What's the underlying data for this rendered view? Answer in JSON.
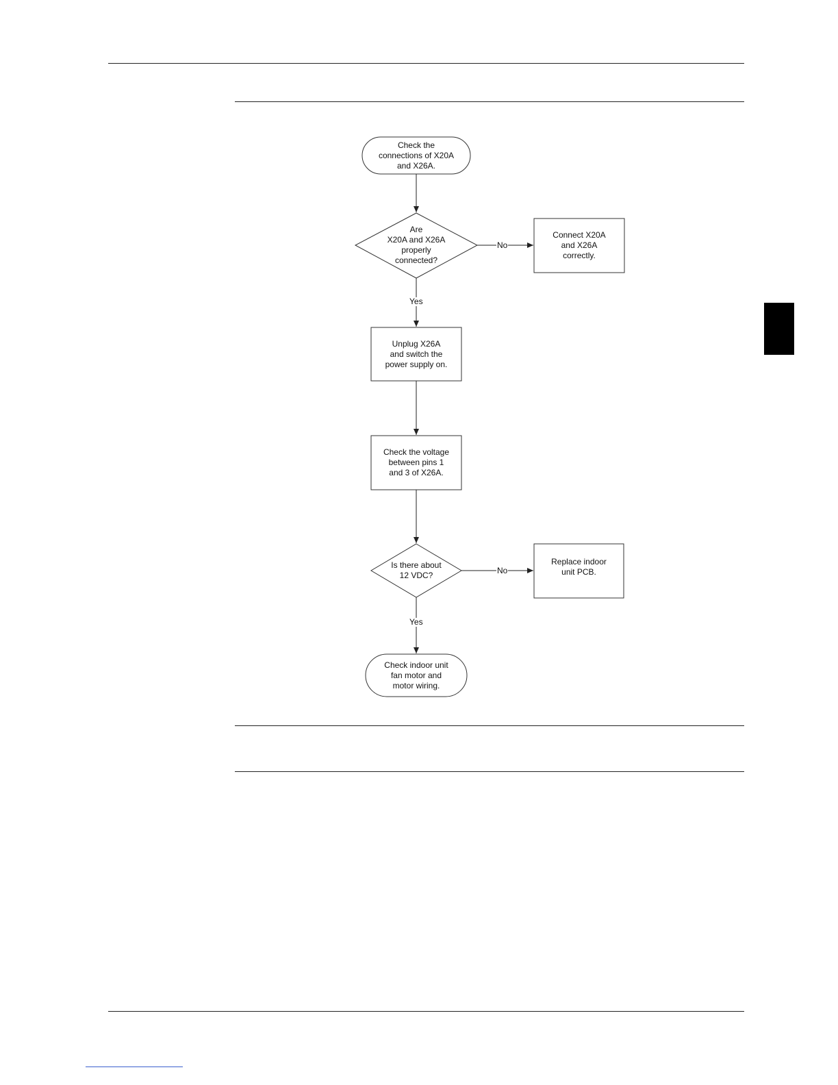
{
  "flowchart": {
    "nodes": {
      "start": "Check the\nconnections of X20A\nand X26A.",
      "decision1": "Are\nX20A and X26A\nproperly\nconnected?",
      "fix1": "Connect X20A\nand X26A\ncorrectly.",
      "step_unplug": "Unplug X26A\nand switch the\npower supply on.",
      "step_voltage": "Check the voltage\nbetween pins 1\nand 3 of X26A.",
      "decision2": "Is there about\n12 VDC?",
      "fix2": "Replace indoor\nunit PCB.",
      "end": "Check indoor unit\nfan motor and\nmotor wiring."
    },
    "edges": {
      "d1_no": "No",
      "d1_yes": "Yes",
      "d2_no": "No",
      "d2_yes": "Yes"
    }
  },
  "colors": {
    "line": "#222222",
    "tab": "#000000",
    "link_underline": "#3a5fcd"
  }
}
